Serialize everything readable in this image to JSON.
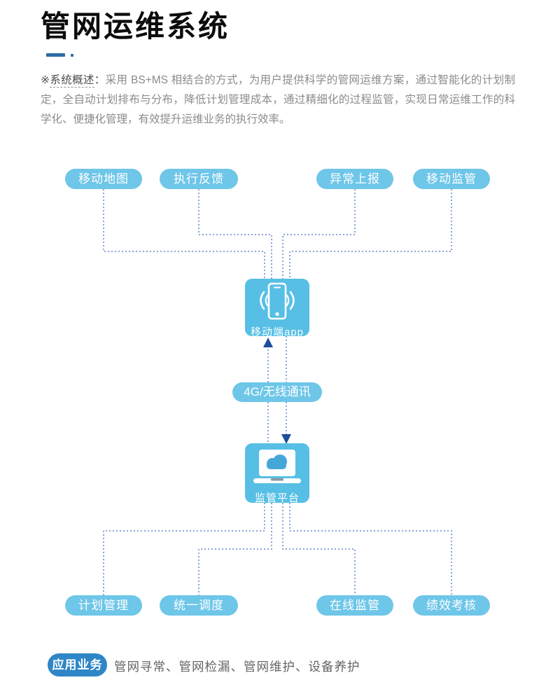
{
  "header": {
    "title": "管网运维系统"
  },
  "overview": {
    "prefix": "※",
    "term": "系统概述",
    "colon": "：",
    "body": "采用 BS+MS  相结合的方式，为用户提供科学的管网运维方案，通过智能化的计划制定，全自动计划排布与分布，降低计划管理成本，通过精细化的过程监管，实现日常运维工作的科学化、便捷化管理，有效提升运维业务的执行效率。"
  },
  "diagram": {
    "top_nodes": [
      {
        "label": "移动地图"
      },
      {
        "label": "执行反馈"
      },
      {
        "label": "异常上报"
      },
      {
        "label": "移动监管"
      }
    ],
    "app_node": {
      "label": "移动端app",
      "icon": "mobile-phone-with-signal-waves"
    },
    "link_label": "4G/无线通讯",
    "platform_node": {
      "label": "监管平台",
      "icon": "laptop-with-cloud"
    },
    "bottom_nodes": [
      {
        "label": "计划管理"
      },
      {
        "label": "统一调度"
      },
      {
        "label": "在线监管"
      },
      {
        "label": "绩效考核"
      }
    ]
  },
  "footer": {
    "badge": "应用业务",
    "items": "管网寻常、管网检漏、管网维护、设备养护"
  },
  "colors": {
    "pill_blue": "#6ec6e8",
    "box_blue": "#57bfe5",
    "badge_blue": "#2e86c7",
    "connector_blue": "#89a6d6",
    "arrow_navy": "#1e4e9c",
    "title_dash": "#2c6da8"
  }
}
